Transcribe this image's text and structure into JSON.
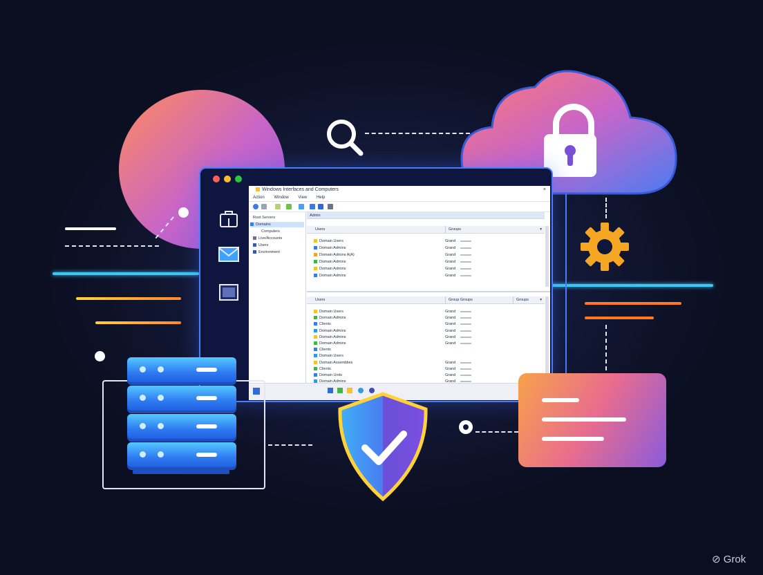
{
  "window": {
    "title": "Windows Interfaces and Computers",
    "menu": [
      "Action",
      "Window",
      "View",
      "Help"
    ],
    "tree": {
      "header": "Root Servers",
      "items": [
        "Domains",
        "Computers",
        "Live/Accounts",
        "Users",
        "Environment"
      ]
    },
    "pane_top": {
      "crumb": "Admin",
      "col_name": "Users",
      "col_type": "Groups",
      "rows": [
        {
          "name": "Domain Users",
          "type": "Grand"
        },
        {
          "name": "Domain Admins",
          "type": "Grand"
        },
        {
          "name": "Domain Admins A(A)",
          "type": "Grand"
        },
        {
          "name": "Domain Admins",
          "type": "Grand"
        },
        {
          "name": "Domain Admins",
          "type": "Grand"
        },
        {
          "name": "Domain Admins",
          "type": "Grand"
        }
      ]
    },
    "pane_bottom": {
      "col_name": "Users",
      "col_type": "Group Groups",
      "col_extra": "Groups",
      "rows": [
        {
          "name": "Domain Users",
          "type": "Grand"
        },
        {
          "name": "Domain Admins",
          "type": "Grand"
        },
        {
          "name": "Clients",
          "type": "Grand"
        },
        {
          "name": "Domain Admins",
          "type": "Grand"
        },
        {
          "name": "Domain Admins",
          "type": "Grand"
        },
        {
          "name": "Domain Admins",
          "type": "Grand"
        },
        {
          "name": "Clients",
          "type": ""
        },
        {
          "name": "Domain Users",
          "type": ""
        },
        {
          "name": "Domain Assemblies",
          "type": "Grand"
        },
        {
          "name": "Clients",
          "type": "Grand"
        },
        {
          "name": "Domain Units",
          "type": "Grand"
        },
        {
          "name": "Domain Admins",
          "type": "Grand"
        }
      ]
    }
  },
  "icons": {
    "search": "search-icon",
    "gear": "gear-icon",
    "lock": "lock-icon",
    "shield": "shield-check-icon",
    "server": "server-rack-icon",
    "message": "message-card-icon",
    "sidebar": [
      "bag-icon",
      "mail-icon",
      "window-icon"
    ]
  },
  "colors": {
    "accent_blue": "#4a7cff",
    "cyan_line": "#3fc6f5",
    "orange": "#ff8a2a",
    "gear": "#f5a623"
  },
  "watermark": "Grok"
}
